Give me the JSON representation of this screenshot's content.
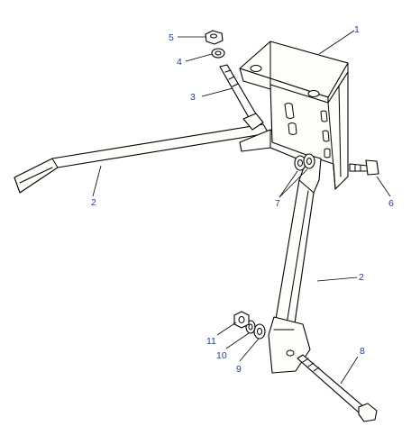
{
  "diagram": {
    "callouts": [
      {
        "id": "c1",
        "label": "1"
      },
      {
        "id": "c2a",
        "label": "2"
      },
      {
        "id": "c2b",
        "label": "2"
      },
      {
        "id": "c3",
        "label": "3"
      },
      {
        "id": "c4",
        "label": "4"
      },
      {
        "id": "c5",
        "label": "5"
      },
      {
        "id": "c6",
        "label": "6"
      },
      {
        "id": "c7",
        "label": "7"
      },
      {
        "id": "c8",
        "label": "8"
      },
      {
        "id": "c9",
        "label": "9"
      },
      {
        "id": "c10",
        "label": "10"
      },
      {
        "id": "c11",
        "label": "11"
      }
    ],
    "colors": {
      "callout_text": "#1f3f9e",
      "line": "#000000",
      "part_fill": "#fffdf9"
    }
  }
}
